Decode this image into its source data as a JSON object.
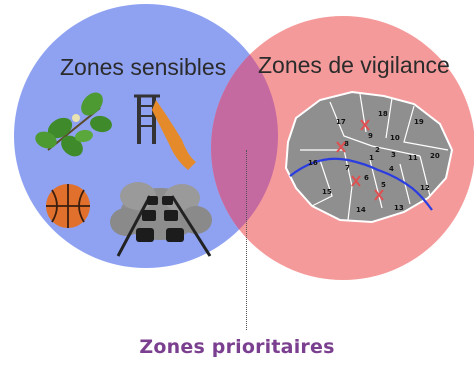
{
  "sets": {
    "left_label": "Zones sensibles",
    "right_label": "Zones de vigilance",
    "intersection_label": "Zones prioritaires"
  },
  "colors": {
    "left_circle": "#8fa2f2",
    "right_circle": "#f59a9a",
    "intersection": "#c46aa0",
    "caption": "#7b3f8f"
  },
  "icons": {
    "left": [
      "leaf-branch-icon",
      "playground-slide-icon",
      "basketball-icon",
      "traffic-pollution-icon"
    ],
    "right": [
      "paris-arrondissements-map-icon"
    ]
  },
  "map": {
    "arrondissements": [
      "1",
      "2",
      "3",
      "4",
      "5",
      "6",
      "7",
      "8",
      "9",
      "10",
      "11",
      "12",
      "13",
      "14",
      "15",
      "16",
      "17",
      "18",
      "19",
      "20"
    ]
  }
}
